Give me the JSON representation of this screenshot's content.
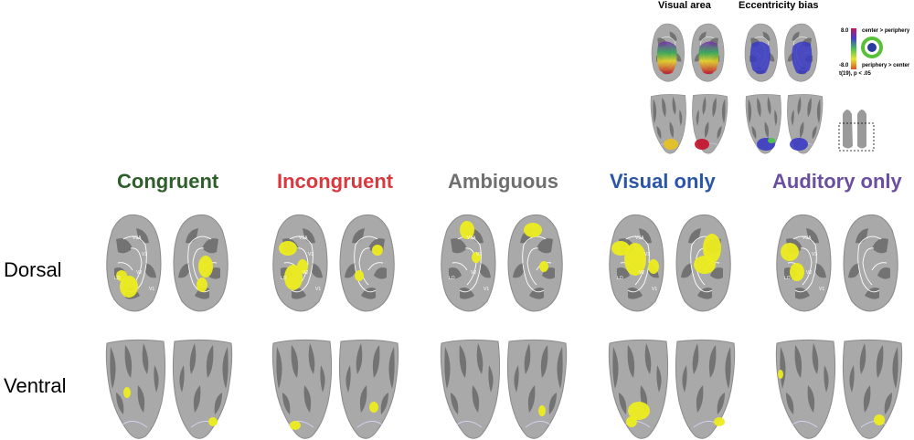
{
  "inset": {
    "visual_area_heading": "Visual area",
    "eccentricity_heading": "Eccentricity bias",
    "colorbar_max": "8.0",
    "colorbar_min": "-8.0",
    "center_label": "center > periphery",
    "periphery_label": "periphery > center",
    "threshold_label": "t(19), p < .05"
  },
  "conditions": [
    {
      "title": "Congruent",
      "color": "#2e5e2a"
    },
    {
      "title": "Incongruent",
      "color": "#d9383e"
    },
    {
      "title": "Ambiguous",
      "color": "#6f6f6f"
    },
    {
      "title": "Visual only",
      "color": "#2b55a6"
    },
    {
      "title": "Auditory only",
      "color": "#6a4ea0"
    }
  ],
  "rows": {
    "dorsal": "Dorsal",
    "ventral": "Ventral"
  },
  "roi_labels": {
    "v3a": "V3A",
    "v3": "V3",
    "v2": "V2",
    "v1": "V1",
    "lo": "LO"
  },
  "colors": {
    "brain_light": "#a9a9a9",
    "brain_dark": "#6a6a6a",
    "activation": "#ecec1e",
    "roi_line": "#ffffff"
  }
}
